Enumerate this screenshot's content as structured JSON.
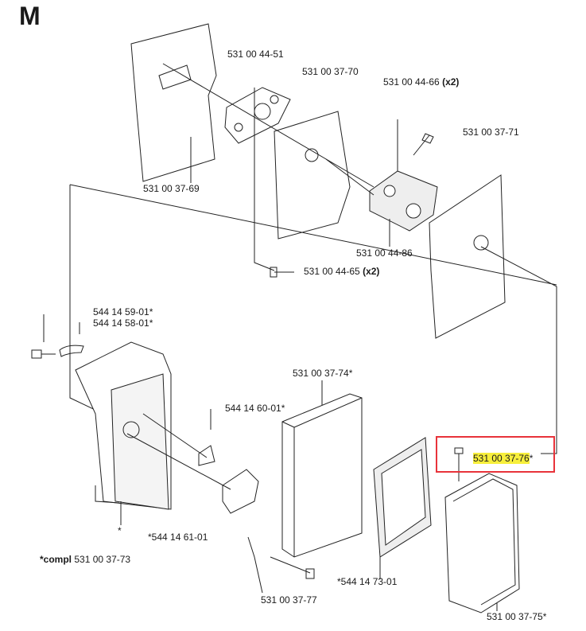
{
  "section_letter": "M",
  "labels": {
    "p4451": "531 00 44-51",
    "p3770": "531 00 37-70",
    "p4466": "531 00 44-66",
    "p4466_qty": "(x2)",
    "p3771": "531 00 37-71",
    "p3769": "531 00 37-69",
    "p4486": "531 00 44-86",
    "p4465": "531 00 44-65",
    "p4465_qty": "(x2)",
    "p5901": "544 14 59-01*",
    "p5801": "544 14 58-01*",
    "p3774": "531 00 37-74*",
    "p6001": "544 14 60-01*",
    "p3776": "531 00 37-76",
    "p3776_star": "*",
    "p6101": "*544 14 61-01",
    "compl_prefix": "*compl",
    "compl_part": "531 00 37-73",
    "p7301": "*544 14 73-01",
    "p3777": "531 00 37-77",
    "p3775": "531 00 37-75*",
    "star": "*"
  },
  "highlight": {
    "part": "531 00 37-76",
    "box_color": "#e8333a",
    "marker_color": "#f7ef3c"
  }
}
